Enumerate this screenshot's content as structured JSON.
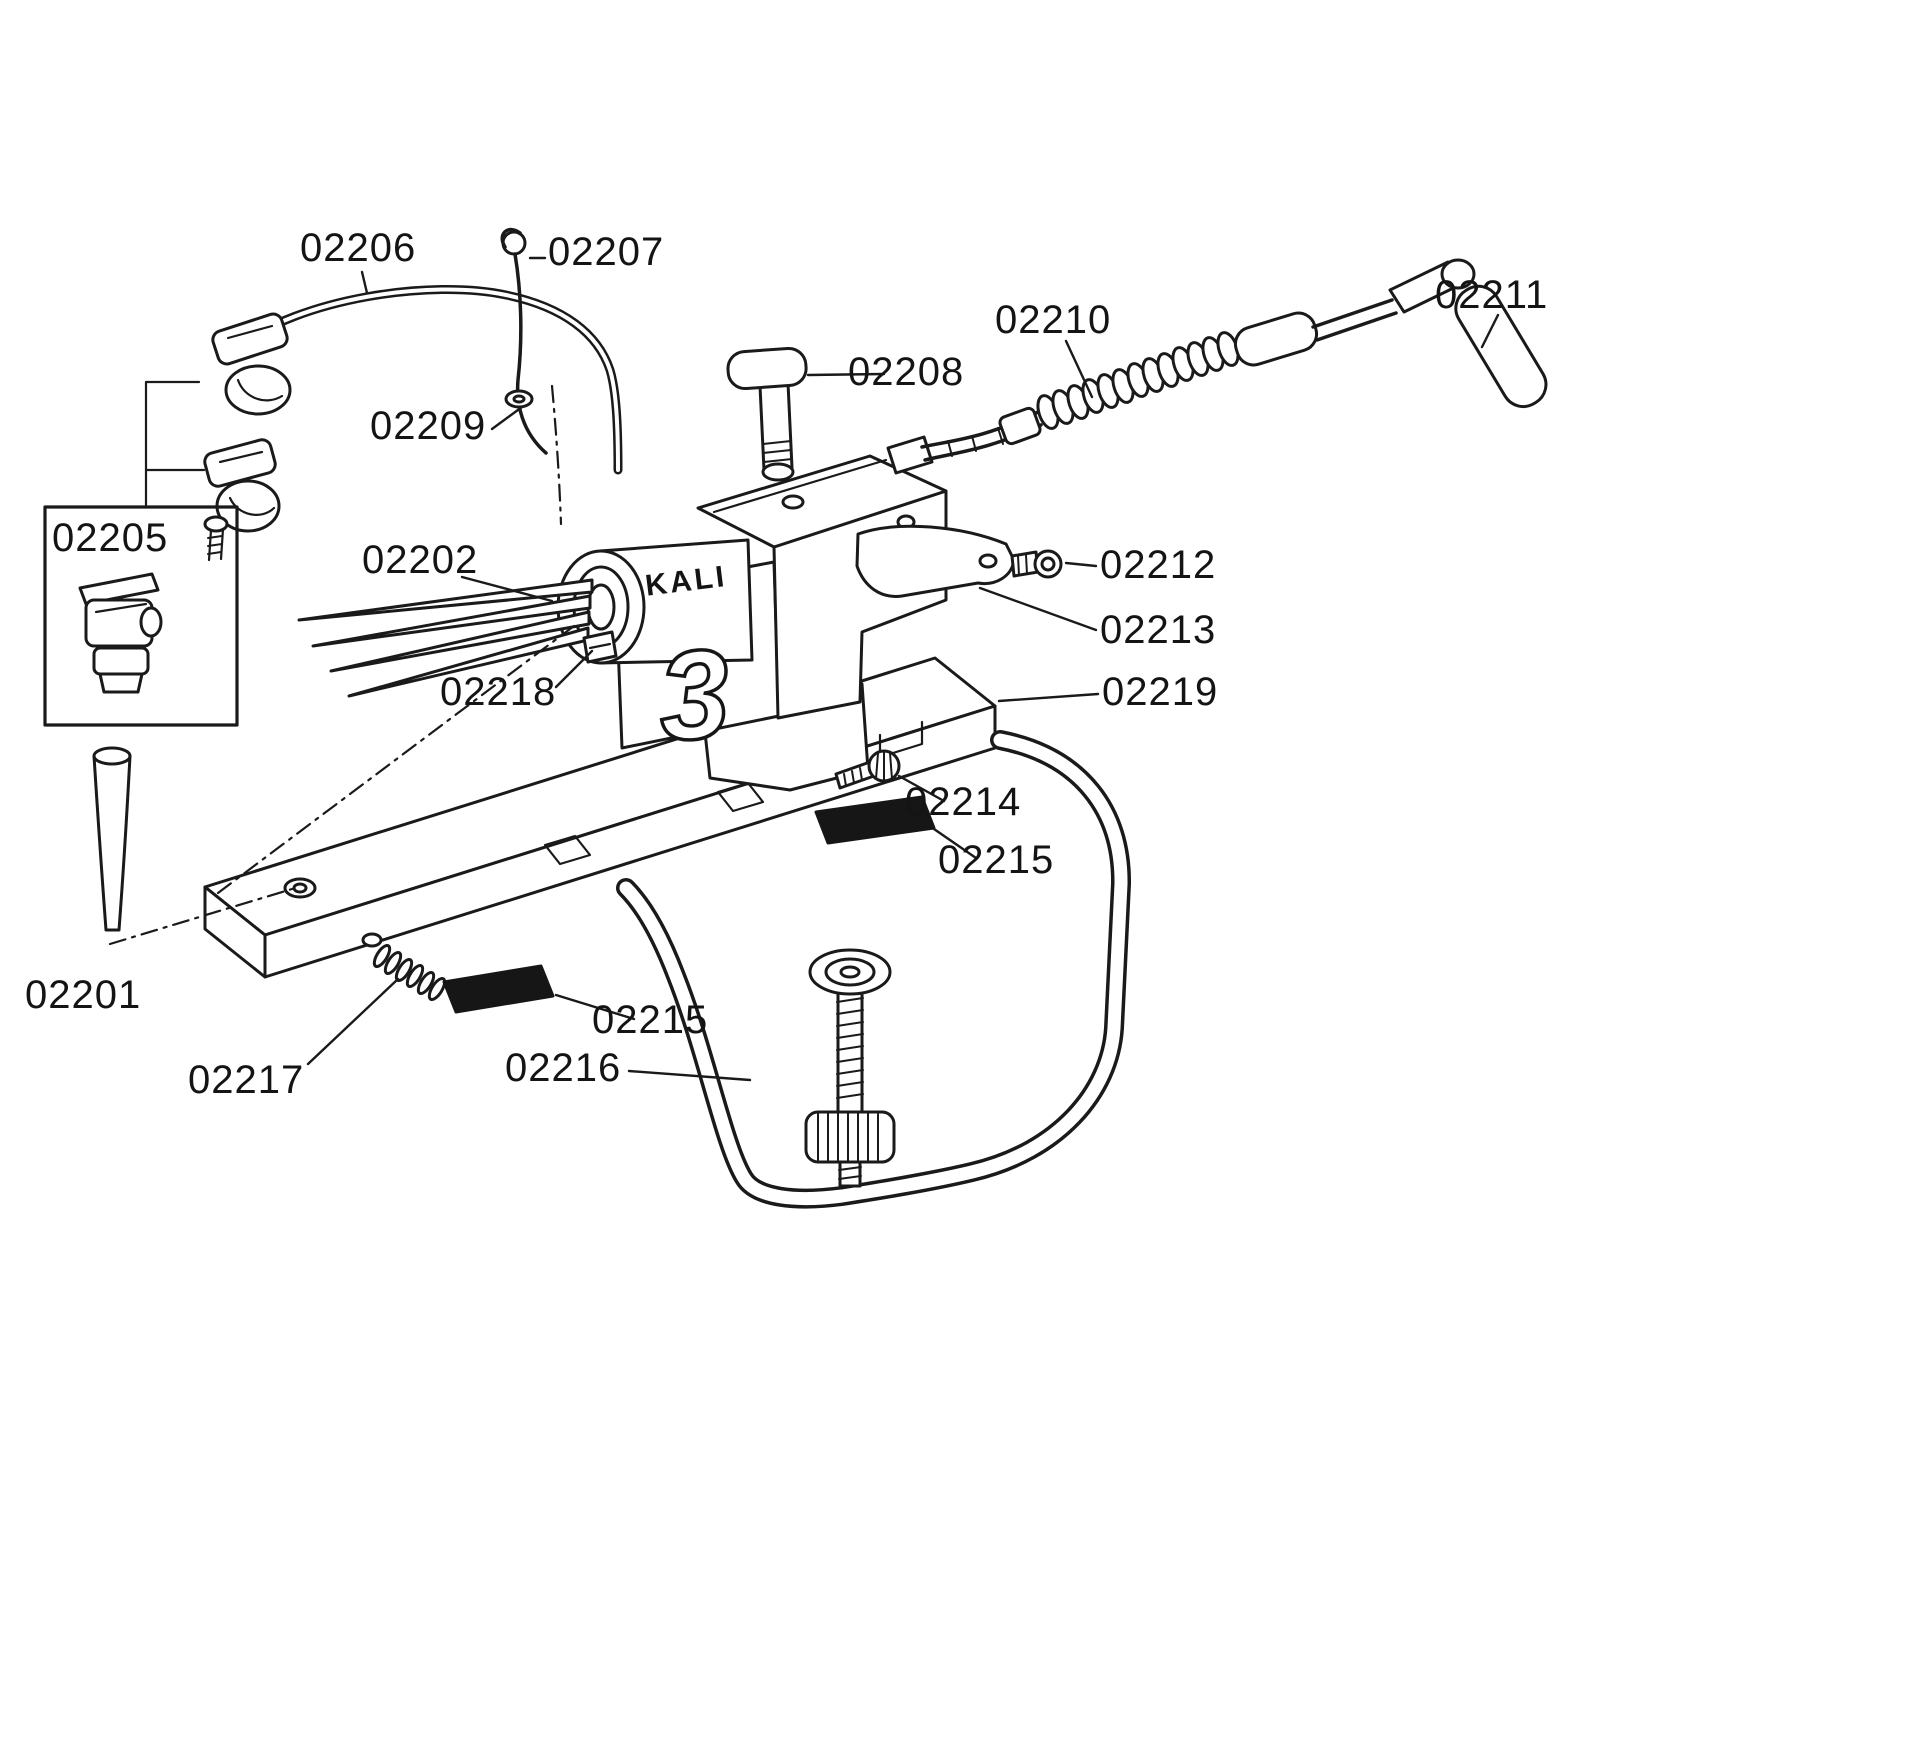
{
  "diagram": {
    "brand": "KALI",
    "model_digit": "3",
    "ink_color": "#1a1a1a",
    "background_color": "#ffffff",
    "pad_fill_color": "#161616"
  },
  "labels": {
    "p02201": "02201",
    "p02202": "02202",
    "p02205": "02205",
    "p02206": "02206",
    "p02207": "02207",
    "p02208": "02208",
    "p02209": "02209",
    "p02210": "02210",
    "p02211": "02211",
    "p02212": "02212",
    "p02213": "02213",
    "p02214": "02214",
    "p02215_upper": "02215",
    "p02215_lower": "02215",
    "p02216": "02216",
    "p02217": "02217",
    "p02218": "02218",
    "p02219": "02219"
  }
}
